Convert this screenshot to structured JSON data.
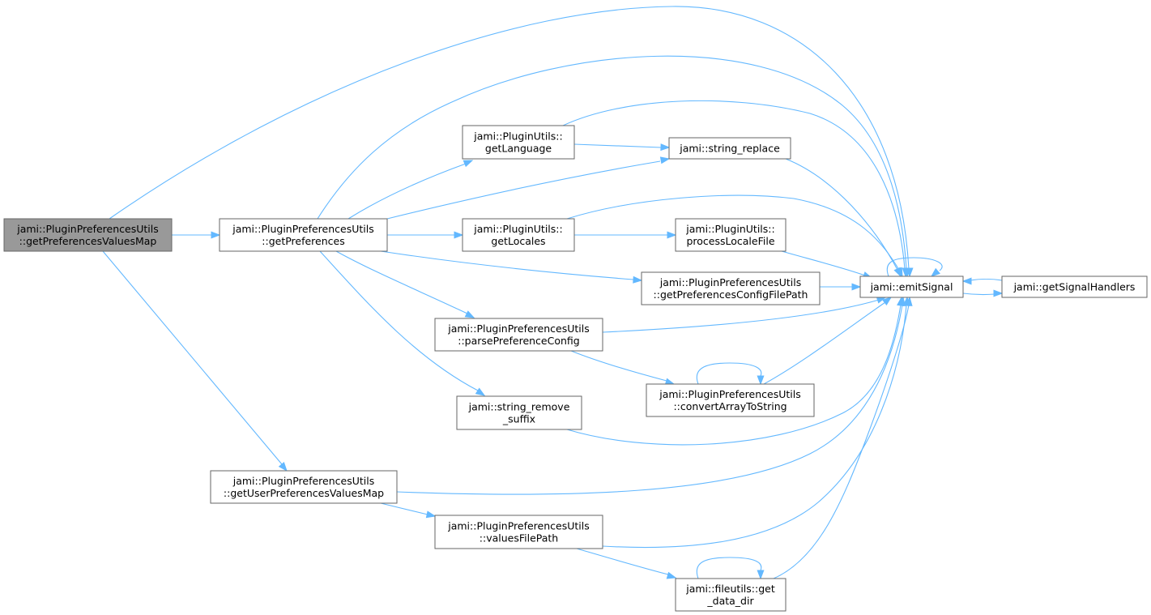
{
  "diagram": {
    "type": "call-graph",
    "nodes": [
      {
        "id": "getPreferencesValuesMap",
        "lines": [
          "jami::PluginPreferencesUtils",
          "::getPreferencesValuesMap"
        ],
        "root": true
      },
      {
        "id": "getPreferences",
        "lines": [
          "jami::PluginPreferencesUtils",
          "::getPreferences"
        ]
      },
      {
        "id": "getUserPreferencesValuesMap",
        "lines": [
          "jami::PluginPreferencesUtils",
          "::getUserPreferencesValuesMap"
        ]
      },
      {
        "id": "getLanguage",
        "lines": [
          "jami::PluginUtils::",
          "getLanguage"
        ]
      },
      {
        "id": "getLocales",
        "lines": [
          "jami::PluginUtils::",
          "getLocales"
        ]
      },
      {
        "id": "parsePreferenceConfig",
        "lines": [
          "jami::PluginPreferencesUtils",
          "::parsePreferenceConfig"
        ]
      },
      {
        "id": "string_remove_suffix",
        "lines": [
          "jami::string_remove",
          "_suffix"
        ]
      },
      {
        "id": "valuesFilePath",
        "lines": [
          "jami::PluginPreferencesUtils",
          "::valuesFilePath"
        ]
      },
      {
        "id": "string_replace",
        "lines": [
          "jami::string_replace"
        ]
      },
      {
        "id": "processLocaleFile",
        "lines": [
          "jami::PluginUtils::",
          "processLocaleFile"
        ]
      },
      {
        "id": "getPreferencesConfigFilePath",
        "lines": [
          "jami::PluginPreferencesUtils",
          "::getPreferencesConfigFilePath"
        ]
      },
      {
        "id": "convertArrayToString",
        "lines": [
          "jami::PluginPreferencesUtils",
          "::convertArrayToString"
        ]
      },
      {
        "id": "get_data_dir",
        "lines": [
          "jami::fileutils::get",
          "_data_dir"
        ]
      },
      {
        "id": "emitSignal",
        "lines": [
          "jami::emitSignal"
        ]
      },
      {
        "id": "getSignalHandlers",
        "lines": [
          "jami::getSignalHandlers"
        ]
      }
    ],
    "edges": [
      {
        "from": "getPreferencesValuesMap",
        "to": "getPreferences"
      },
      {
        "from": "getPreferencesValuesMap",
        "to": "emitSignal"
      },
      {
        "from": "getPreferencesValuesMap",
        "to": "getUserPreferencesValuesMap"
      },
      {
        "from": "getPreferences",
        "to": "emitSignal"
      },
      {
        "from": "getPreferences",
        "to": "getLanguage"
      },
      {
        "from": "getPreferences",
        "to": "string_replace"
      },
      {
        "from": "getPreferences",
        "to": "getLocales"
      },
      {
        "from": "getPreferences",
        "to": "getPreferencesConfigFilePath"
      },
      {
        "from": "getPreferences",
        "to": "parsePreferenceConfig"
      },
      {
        "from": "getPreferences",
        "to": "string_remove_suffix"
      },
      {
        "from": "getLanguage",
        "to": "emitSignal"
      },
      {
        "from": "getLanguage",
        "to": "string_replace"
      },
      {
        "from": "string_replace",
        "to": "emitSignal"
      },
      {
        "from": "getLocales",
        "to": "emitSignal"
      },
      {
        "from": "getLocales",
        "to": "processLocaleFile"
      },
      {
        "from": "processLocaleFile",
        "to": "emitSignal"
      },
      {
        "from": "getPreferencesConfigFilePath",
        "to": "emitSignal"
      },
      {
        "from": "parsePreferenceConfig",
        "to": "emitSignal"
      },
      {
        "from": "parsePreferenceConfig",
        "to": "convertArrayToString"
      },
      {
        "from": "convertArrayToString",
        "to": "convertArrayToString"
      },
      {
        "from": "convertArrayToString",
        "to": "emitSignal"
      },
      {
        "from": "string_remove_suffix",
        "to": "emitSignal"
      },
      {
        "from": "getUserPreferencesValuesMap",
        "to": "emitSignal"
      },
      {
        "from": "getUserPreferencesValuesMap",
        "to": "valuesFilePath"
      },
      {
        "from": "valuesFilePath",
        "to": "emitSignal"
      },
      {
        "from": "valuesFilePath",
        "to": "get_data_dir"
      },
      {
        "from": "get_data_dir",
        "to": "get_data_dir"
      },
      {
        "from": "get_data_dir",
        "to": "emitSignal"
      },
      {
        "from": "emitSignal",
        "to": "emitSignal"
      },
      {
        "from": "emitSignal",
        "to": "getSignalHandlers"
      },
      {
        "from": "getSignalHandlers",
        "to": "emitSignal"
      }
    ],
    "colors": {
      "edge": "#63b8ff",
      "node_border": "#666666",
      "root_fill": "#999999",
      "node_fill": "#ffffff",
      "text": "#000000"
    }
  }
}
